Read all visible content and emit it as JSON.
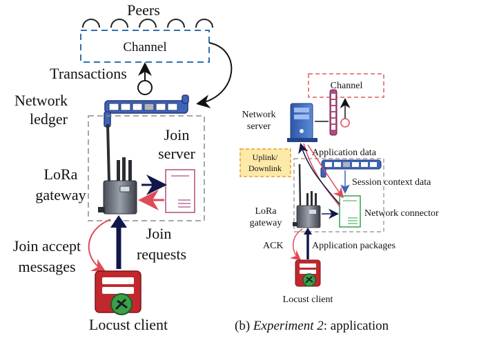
{
  "left": {
    "peers_label": "Peers",
    "channel_label": "Channel",
    "transactions_label": "Transactions",
    "network_ledger_label": [
      "Network",
      "ledger"
    ],
    "join_server_label": [
      "Join",
      "server"
    ],
    "lora_gateway_label": [
      "LoRa",
      "gateway"
    ],
    "join_requests_label": [
      "Join",
      "requests"
    ],
    "join_accept_label": [
      "Join accept",
      "messages"
    ],
    "client_label": "Locust client"
  },
  "right": {
    "channel_label": "Channel",
    "network_server_label": [
      "Network",
      "server"
    ],
    "application_data_label": "Application data",
    "uplink_label": [
      "Uplink/",
      "Downlink"
    ],
    "session_context_label": "Session context data",
    "lora_gateway_label": [
      "LoRa",
      "gateway"
    ],
    "network_connector_label": "Network connector",
    "ack_label": "ACK",
    "application_packages_label": "Application packages",
    "client_label": "Locust client"
  },
  "caption": {
    "prefix": "(b) ",
    "italic": "Experiment 2",
    "suffix": ": application"
  },
  "colors": {
    "channel_border": "#2e6fad",
    "channel_border_right": "#e05a5a",
    "ledger_blue": "#3f64b7",
    "server_pink": "#b14d7e",
    "connector_green": "#33a04a",
    "client_red": "#c0282d",
    "arrow_red": "#e04a55",
    "arrow_navy": "#10174a",
    "uplink_fill": "#fde9a8",
    "uplink_border": "#e6a12a",
    "dashed_gray": "#8a8a8a"
  }
}
